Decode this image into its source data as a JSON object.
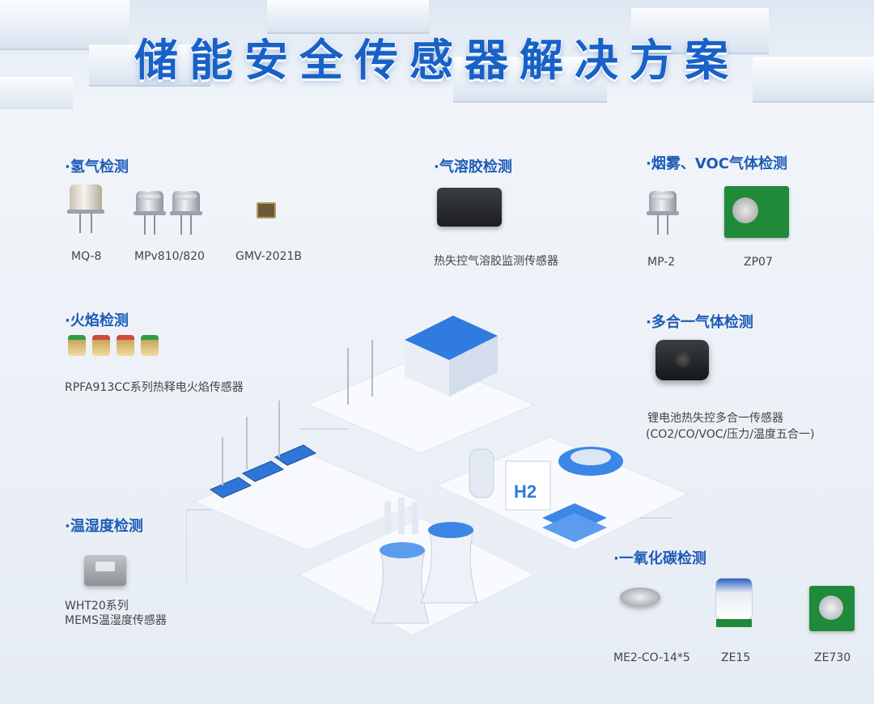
{
  "title": "储能安全传感器解决方案",
  "sections": {
    "hydrogen": {
      "heading": "·氢气检测",
      "products": [
        "MQ-8",
        "MPv810/820",
        "GMV-2021B"
      ]
    },
    "aerosol": {
      "heading": "·气溶胶检测",
      "products": [
        "热失控气溶胶监测传感器"
      ]
    },
    "smoke_voc": {
      "heading": "·烟雾、VOC气体检测",
      "products": [
        "MP-2",
        "ZP07"
      ]
    },
    "flame": {
      "heading": "·火焰检测",
      "products": [
        "RPFA913CC系列热释电火焰传感器"
      ]
    },
    "multigas": {
      "heading": "·多合一气体检测",
      "line1": "锂电池热失控多合一传感器",
      "line2": "(CO2/CO/VOC/压力/温度五合一)"
    },
    "humidity": {
      "heading": "·温湿度检测",
      "line1": "WHT20系列",
      "line2": "MEMS温湿度传感器"
    },
    "co": {
      "heading": "·一氧化碳检测",
      "products": [
        "ME2-CO-14*5",
        "ZE15",
        "ZE730"
      ]
    }
  },
  "illustration": {
    "hydrogen_tank_label": "H2"
  },
  "colors": {
    "accent": "#1d5bb7",
    "title": "#1761c8",
    "pcb": "#1f8a3a"
  },
  "icons": [
    "metal-can-sensor-icon",
    "smd-chip-sensor-icon",
    "aerosol-sensor-icon",
    "pcb-module-icon",
    "flame-sensor-icon",
    "multigas-sensor-icon",
    "humidity-sensor-icon",
    "electrochemical-sensor-icon"
  ]
}
